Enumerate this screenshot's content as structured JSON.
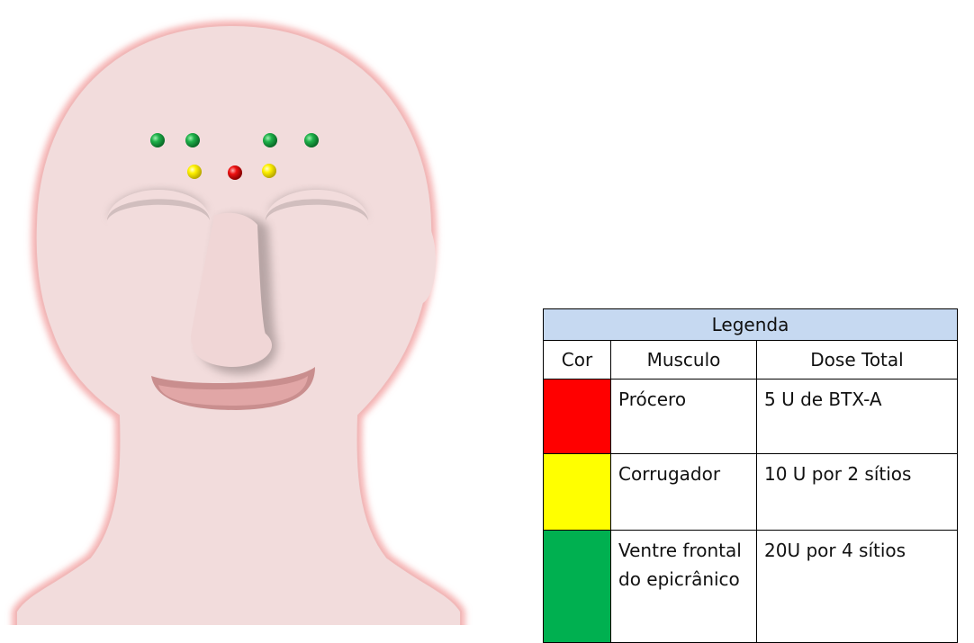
{
  "legend": {
    "title": "Legenda",
    "headers": {
      "color": "Cor",
      "muscle": "Musculo",
      "dose": "Dose Total"
    },
    "rows": [
      {
        "color": "#ff0000",
        "muscle": "Prócero",
        "dose": "5 U de BTX-A"
      },
      {
        "color": "#ffff00",
        "muscle": "Corrugador",
        "dose": "10 U por 2 sítios"
      },
      {
        "color": "#00b050",
        "muscle": "Ventre frontal do epicrânico",
        "dose": "20U por 4 sítios"
      }
    ]
  },
  "injection_points": {
    "procerus": {
      "count": 1,
      "color": "#ff0000"
    },
    "corrugator": {
      "count": 2,
      "color": "#ffff00"
    },
    "frontalis": {
      "count": 4,
      "color": "#00b050"
    }
  }
}
